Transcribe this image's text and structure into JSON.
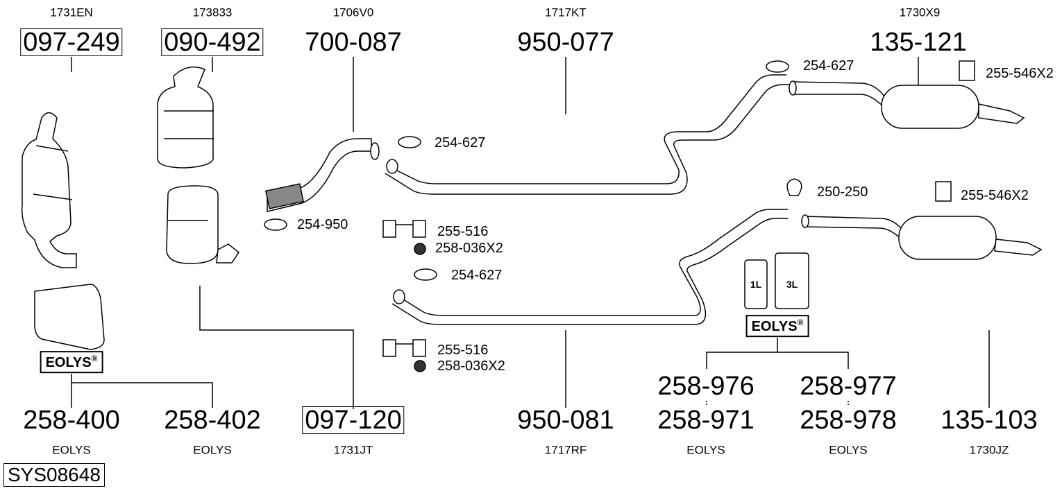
{
  "system_code": "SYS08648",
  "top_parts": [
    {
      "ref": "1731EN",
      "part": "097-249",
      "boxed": true
    },
    {
      "ref": "173833",
      "part": "090-492",
      "boxed": true
    },
    {
      "ref": "1706V0",
      "part": "700-087",
      "boxed": false
    },
    {
      "ref": "1717KT",
      "part": "950-077",
      "boxed": false
    },
    {
      "ref": "1730X9",
      "part": "135-121",
      "boxed": false
    }
  ],
  "bottom_parts": [
    {
      "part": "258-400",
      "ref": "EOLYS"
    },
    {
      "part": "258-402",
      "ref": "EOLYS"
    },
    {
      "part": "097-120",
      "ref": "1731JT",
      "boxed": true
    },
    {
      "part": "950-081",
      "ref": "1717RF"
    },
    {
      "part": "258-971",
      "alt": "258-976",
      "ref": "EOLYS"
    },
    {
      "part": "258-978",
      "alt": "258-977",
      "ref": "EOLYS"
    },
    {
      "part": "135-103",
      "ref": "1730JZ"
    }
  ],
  "accessories": [
    "254-627",
    "255-546X2",
    "254-627",
    "254-950",
    "255-516",
    "258-036X2",
    "254-627",
    "250-250",
    "255-546X2",
    "255-516",
    "258-036X2"
  ],
  "eolys_badge": "EOLYS",
  "eolys_mark": "®",
  "can_labels": [
    "1L",
    "3L"
  ]
}
